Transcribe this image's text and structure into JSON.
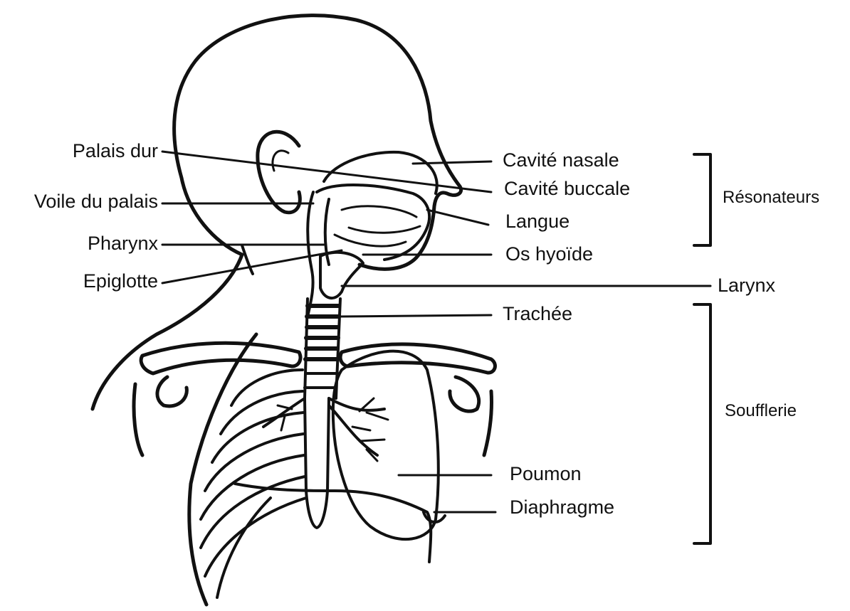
{
  "labels_left": [
    "Palais dur",
    "Voile du palais",
    "Pharynx",
    "Epiglotte"
  ],
  "labels_right": [
    "Cavité nasale",
    "Cavité buccale",
    "Langue",
    "Os hyoïde",
    "Larynx",
    "Trachée",
    "Poumon",
    "Diaphragme"
  ],
  "groups": [
    "Résonateurs",
    "Soufflerie"
  ],
  "colors": {
    "line": "#111111",
    "background": "#ffffff"
  }
}
